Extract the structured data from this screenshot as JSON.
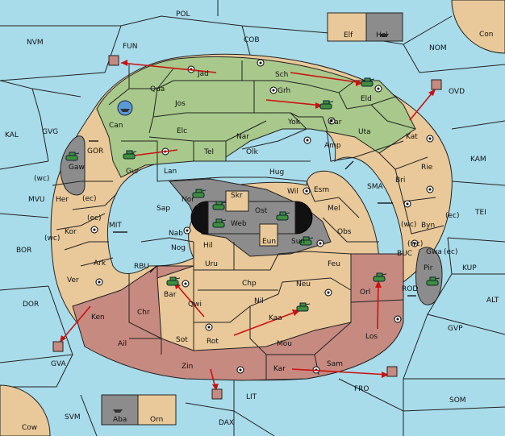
{
  "colors": {
    "sea": "#a9dcea",
    "neutral": "#e9c99a",
    "green_power": "#a8c98b",
    "red_power": "#c68a80",
    "gray_island": "#8c8c8c",
    "black_center": "#111111",
    "order_arrow": "#cc1111"
  },
  "sea_labels": [
    "POL",
    "NVM",
    "FUN",
    "COB",
    "NOM",
    "Con",
    "OVD",
    "KAL",
    "GVG",
    "GOR",
    "KAM",
    "MVU",
    "MIT",
    "SMA",
    "TEI",
    "BOR",
    "RBU",
    "BUC",
    "KUP",
    "DOR",
    "ROD",
    "ALT",
    "GVP",
    "GVA",
    "FRO",
    "SOM",
    "LIT",
    "SVM",
    "DAX",
    "Cow"
  ],
  "province_labels": [
    "Jad",
    "Sch",
    "Qua",
    "Jos",
    "Grh",
    "Eld",
    "Can",
    "Car",
    "Yok",
    "Elc",
    "Nar",
    "Uta",
    "Kat",
    "Amp",
    "Tel",
    "Olk",
    "Gaw",
    "Gur",
    "Lan",
    "Hug",
    "Rie",
    "Bri",
    "Wil",
    "Esm",
    "Nor",
    "Skr",
    "Ost",
    "Her",
    "(ec)",
    "(wc)",
    "Sap",
    "Web",
    "Mel",
    "Kor",
    "Nab",
    "Eun",
    "Obs",
    "Byn",
    "Sun",
    "Hil",
    "Nog",
    "Gwa",
    "Ark",
    "Uru",
    "Feu",
    "Pir",
    "Ver",
    "Chp",
    "Bar",
    "Neu",
    "Orl",
    "Qwi",
    "Nil",
    "Ken",
    "Chr",
    "Kaa",
    "Rot",
    "Ail",
    "Sot",
    "Mou",
    "Los",
    "Zin",
    "Kar",
    "Sam",
    "Elf",
    "Hel",
    "Aba",
    "Orn"
  ],
  "coast_labels": [
    "(wc)",
    "(ec)",
    "(ec)",
    "(wc)",
    "(wc)",
    "(ec)",
    "(ec)",
    "(wc)"
  ],
  "units": {
    "fleets": [
      "FUN",
      "Can",
      "OVD",
      "Hel",
      "GVA",
      "Aba",
      "LIT",
      "FRO"
    ],
    "armies": [
      "Eld",
      "Car",
      "Gur",
      "Gaw",
      "Nor",
      "Skr",
      "Web",
      "Ost",
      "Sun",
      "Orl",
      "Pir",
      "Bar",
      "Kaa"
    ]
  },
  "orders": [
    "Jad - FUN",
    "Sch - Eld",
    "Grh - Car",
    "Tel - Gur",
    "Kat - OVD",
    "Ken - GVA",
    "Zin - LIT",
    "Kar - FRO",
    "Los - Orl",
    "Rot - Kaa",
    "Qwi - Bar"
  ]
}
